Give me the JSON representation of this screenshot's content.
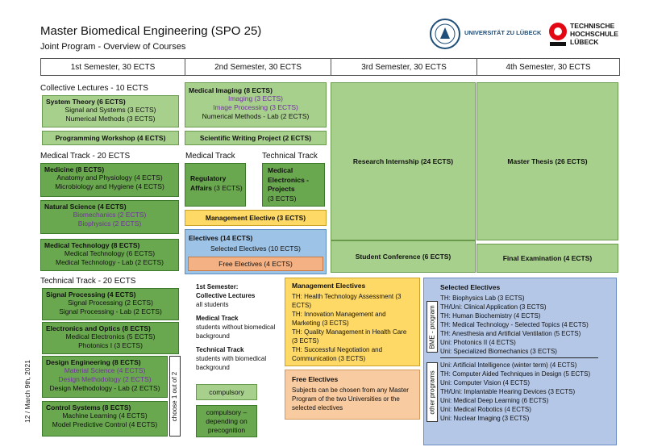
{
  "header": {
    "title": "Master Biomedical Engineering (SPO 25)",
    "subtitle": "Joint Program - Overview of Courses",
    "uni_luebeck": "UNIVERSITÄT ZU LÜBECK",
    "th_luebeck": [
      "TECHNISCHE",
      "HOCHSCHULE",
      "LÜBECK"
    ],
    "date": "12 / March 9th, 2021"
  },
  "semesters": [
    "1st Semester, 30 ECTS",
    "2nd Semester, 30 ECTS",
    "3rd Semester, 30 ECTS",
    "4th Semester, 30 ECTS"
  ],
  "col1": {
    "collective_title": "Collective Lectures - 10 ECTS",
    "system_theory": {
      "head": "System Theory (6 ECTS)",
      "lines": [
        "Signal and Systems (3 ECTS)",
        "Numerical Methods (3 ECTS)"
      ]
    },
    "programming": "Programming Workshop (4 ECTS)",
    "medical_track_title": "Medical Track - 20 ECTS",
    "medicine": {
      "head": "Medicine (8 ECTS)",
      "lines": [
        "Anatomy and Physiology (4 ECTS)",
        "Microbiology and Hygiene (4 ECTS)"
      ]
    },
    "natural_science": {
      "head": "Natural Science (4 ECTS)",
      "lines": [
        "Biomechanics (2 ECTS)",
        "Biophysics (2 ECTS)"
      ]
    },
    "medical_technology": {
      "head": "Medical Technology (8 ECTS)",
      "lines": [
        "Medical Technology (6 ECTS)",
        "Medical Technology - Lab (2 ECTS)"
      ]
    },
    "technical_track_title": "Technical Track - 20 ECTS",
    "signal_processing": {
      "head": "Signal Processing (4 ECTS)",
      "lines": [
        "Signal Processing (2 ECTS)",
        "Signal Processing - Lab (2 ECTS)"
      ]
    },
    "electronics_optics": {
      "head": "Electronics and Optics (8 ECTS)",
      "lines": [
        "Medical Electronics (5 ECTS)",
        "Photonics I (3 ECTS)"
      ]
    },
    "design_engineering": {
      "head": "Design Engineering (8 ECTS)",
      "lines": [
        "Material Science (4 ECTS)",
        "Design Methodology (2 ECTS)",
        "Design Methodology - Lab (2 ECTS)"
      ]
    },
    "control_systems": {
      "head": "Control Systems (8 ECTS)",
      "lines": [
        "Machine Learning (4 ECTS)",
        "Model Predictive Control (4 ECTS)"
      ]
    },
    "choose": "choose 1 out of 2"
  },
  "col2": {
    "medical_imaging": {
      "head": "Medical Imaging (8 ECTS)",
      "lines": [
        "Imaging (3 ECTS)",
        "Image Processing (3 ECTS)",
        "Numerical Methods - Lab (2 ECTS)"
      ]
    },
    "scientific_writing": "Scientific Writing Project (2 ECTS)",
    "medical_track": "Medical Track",
    "technical_track": "Technical Track",
    "regulatory": [
      "Regulatory",
      "Affairs (3 ECTS)"
    ],
    "med_electronics": [
      "Medical",
      "Electronics -",
      "Projects",
      "(3 ECTS)"
    ],
    "management_elective": "Management Elective (3 ECTS)",
    "electives": {
      "head": "Electives (14 ECTS)",
      "selected": "Selected Electives (10 ECTS)",
      "free": "Free Electives (4 ECTS)"
    },
    "legend": [
      {
        "head": "1st Semester:",
        "head2": "Collective Lectures",
        "text": "all students"
      },
      {
        "head": "Medical Track",
        "text": "students without biomedical background"
      },
      {
        "head": "Technical Track",
        "text": "students with biomedical background"
      }
    ],
    "compulsory": "compulsory",
    "compulsory_dep": [
      "compulsory –",
      "depending on",
      "precognition"
    ]
  },
  "col3": {
    "research": "Research Internship (24 ECTS)",
    "conference": "Student Conference (6 ECTS)",
    "mgmt_electives": {
      "head": "Management Electives",
      "lines": [
        "TH: Health Technology Assessment (3 ECTS)",
        "TH: Innovation Management and Marketing (3 ECTS)",
        "TH: Quality Management in Health Care (3 ECTS)",
        "TH: Successful Negotiation and Communication (3 ECTS)"
      ]
    },
    "free_electives": {
      "head": "Free Electives",
      "text": "Subjects can be chosen from any Master Program of the two Universities or the selected electives"
    }
  },
  "col4": {
    "thesis": "Master Thesis (26 ECTS)",
    "final": "Final Examination (4 ECTS)",
    "selected_electives": {
      "head": "Selected Electives",
      "bme_label": "BME - program",
      "other_label": "other programs",
      "bme": [
        "TH: Biophysics Lab (3 ECTS)",
        "TH/Uni: Clinical Application (3 ECTS)",
        "TH: Human Biochemistry (4 ECTS)",
        "TH: Medical Technology - Selected Topics (4 ECTS)",
        "TH: Anesthesia and Artificial Ventilation (5 ECTS)",
        "Uni: Photonics II (4 ECTS)",
        "Uni: Specialized Biomechanics (3 ECTS)"
      ],
      "other": [
        "Uni: Artificial Intelligence (winter term) (4 ECTS)",
        "TH: Computer Aided Techniques in Design (5 ECTS)",
        "Uni: Computer Vision (4 ECTS)",
        "TH/Uni: Implantable Hearing Devices (3 ECTS)",
        "Uni: Medical Deep Learning (6 ECTS)",
        "Uni: Medical Robotics (4 ECTS)",
        "Uni: Nuclear Imaging (3 ECTS)"
      ]
    }
  }
}
